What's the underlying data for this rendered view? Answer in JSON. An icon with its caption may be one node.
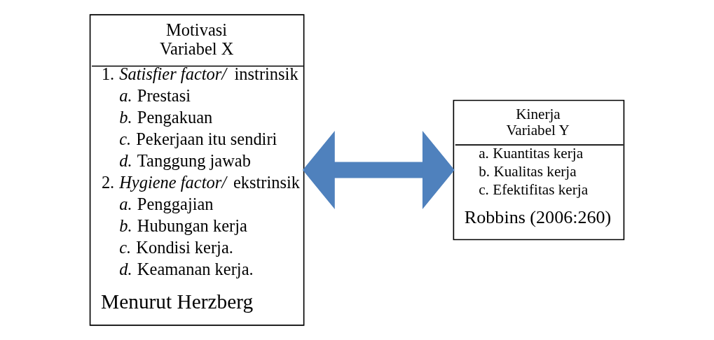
{
  "diagram": {
    "nodes": [
      {
        "text": [
          "Motivasi",
          "Variabel X",
          "1. *Satisfier factor/* instrinsik",
          "*a.* Prestasi",
          "*b.* Pengakuan",
          "*c.* Pekerjaan itu sendiri",
          "*d.* Tanggung jawab",
          "2. *Hygiene factor/* ekstrinsik",
          "*a.* Penggajian",
          "*b.* Hubungan kerja",
          "*c.* Kondisi kerja.",
          "*d.* Keamanan kerja.",
          "Menurut Herzberg"
        ]
      },
      {
        "text": [
          "Kinerja",
          "Variabel Y",
          "a. Kuantitas kerja",
          "b. Kualitas kerja",
          "c. Efektifitas kerja",
          "Robbins (2006:260)"
        ]
      }
    ],
    "edges": [
      {
        "from": 0,
        "to": 1,
        "arrow": "both",
        "color": "#4f81bd"
      }
    ]
  }
}
